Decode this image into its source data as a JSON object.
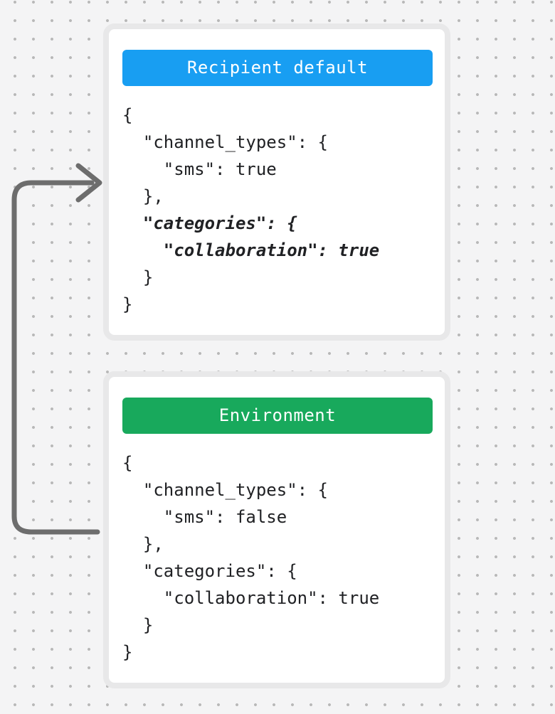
{
  "canvas": {
    "background_color": "#f4f4f5",
    "dot_color": "#b8b8b8"
  },
  "arrow": {
    "description": "curved arrow looping from Environment card up into Recipient default card",
    "color": "#6d6d6d"
  },
  "cards": [
    {
      "id": "recipient-default",
      "header": {
        "label": "Recipient default",
        "color": "#189ef2"
      },
      "code_lines": [
        {
          "text": "{",
          "italic": false
        },
        {
          "text": "  \"channel_types\": {",
          "italic": false
        },
        {
          "text": "    \"sms\": true",
          "italic": false
        },
        {
          "text": "  },",
          "italic": false
        },
        {
          "text": "  \"categories\": {",
          "italic": true
        },
        {
          "text": "    \"collaboration\": true",
          "italic": true
        },
        {
          "text": "  }",
          "italic": false
        },
        {
          "text": "}",
          "italic": false
        }
      ]
    },
    {
      "id": "environment",
      "header": {
        "label": "Environment",
        "color": "#18a95c"
      },
      "code_lines": [
        {
          "text": "{",
          "italic": false
        },
        {
          "text": "  \"channel_types\": {",
          "italic": false
        },
        {
          "text": "    \"sms\": false",
          "italic": false
        },
        {
          "text": "  },",
          "italic": false
        },
        {
          "text": "  \"categories\": {",
          "italic": false
        },
        {
          "text": "    \"collaboration\": true",
          "italic": false
        },
        {
          "text": "  }",
          "italic": false
        },
        {
          "text": "}",
          "italic": false
        }
      ]
    }
  ]
}
